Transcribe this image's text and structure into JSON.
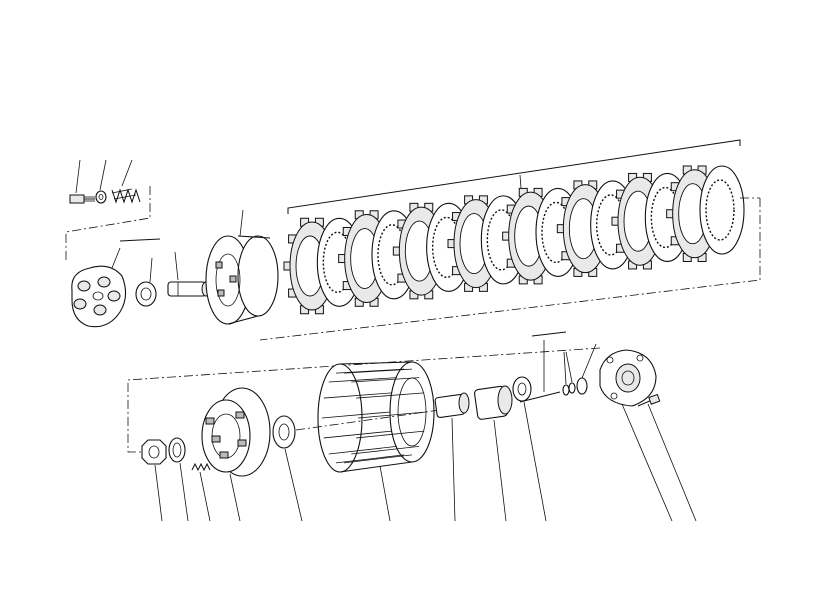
{
  "diagram": {
    "type": "exploded-parts-view",
    "subject": "clutch assembly",
    "printed_text": [],
    "plate_stack_count": 16
  }
}
